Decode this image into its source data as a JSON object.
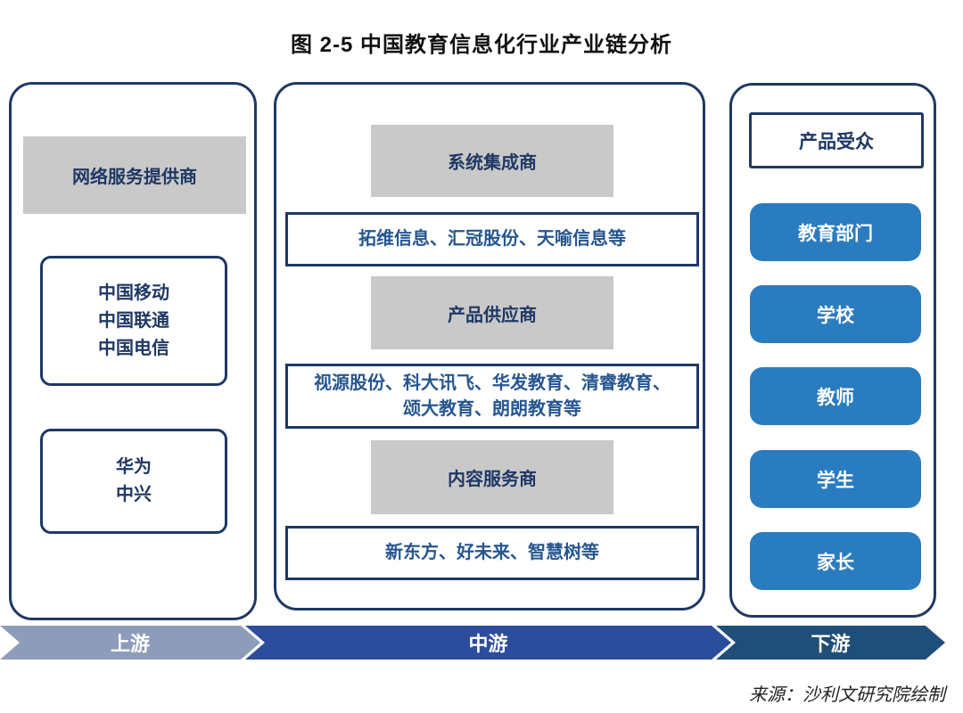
{
  "title": "图 2-5 中国教育信息化行业产业链分析",
  "source_note": "来源：沙利文研究院绘制",
  "left_panel": {
    "header": "网络服务提供商",
    "telecom_operators": "中国移动\n中国联通\n中国电信",
    "equipment_vendors": "华为\n中兴"
  },
  "middle_panel": {
    "sections": [
      {
        "header": "系统集成商",
        "companies": "拓维信息、汇冠股份、天喻信息等"
      },
      {
        "header": "产品供应商",
        "companies": "视源股份、科大讯飞、华发教育、清睿教育、\n颂大教育、朗朗教育等"
      },
      {
        "header": "内容服务商",
        "companies": "新东方、好未来、智慧树等"
      }
    ]
  },
  "right_panel": {
    "header": "产品受众",
    "audiences": [
      "教育部门",
      "学校",
      "教师",
      "学生",
      "家长"
    ]
  },
  "chain_stages": [
    {
      "label": "上游",
      "color": "#8d9cba"
    },
    {
      "label": "中游",
      "color": "#2c4c9c"
    },
    {
      "label": "下游",
      "color": "#1f4e79"
    }
  ],
  "colors": {
    "panel_border": "#1f3864",
    "gray_header_bg": "#c9c9c9",
    "navy_text": "#1f3864",
    "company_text": "#26568f",
    "audience_button_bg": "#2a7cc0",
    "audience_button_text": "#ffffff"
  }
}
